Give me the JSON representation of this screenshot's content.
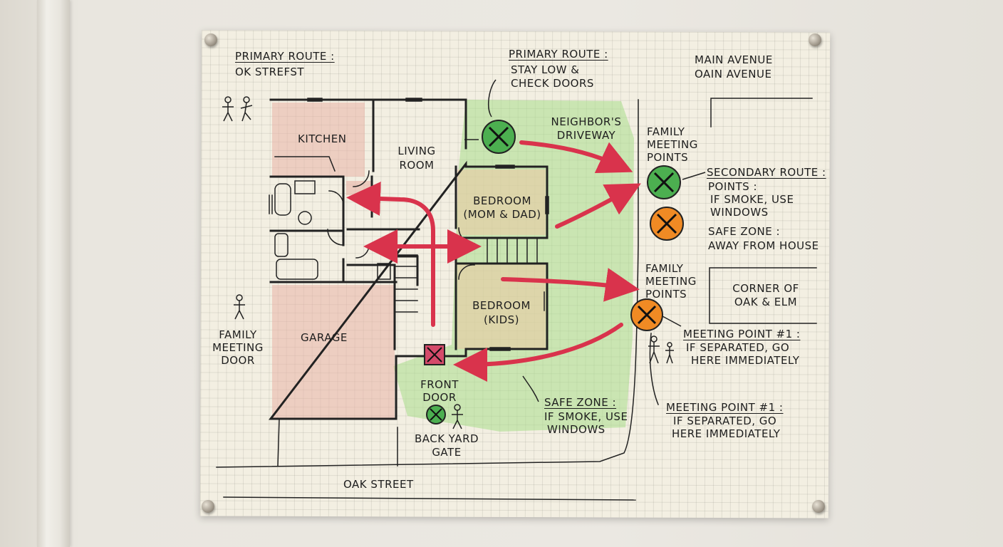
{
  "labels": {
    "primary_route_left": "PRIMARY ROUTE :",
    "oak_street_top": "OK STREFST",
    "primary_route_top": "PRIMARY ROUTE :",
    "stay_low": "STAY LOW &",
    "check_doors": "CHECK DOORS",
    "main_avenue_1": "MAIN AVENUE",
    "main_avenue_2": "OAIN AVENUE",
    "kitchen": "KITCHEN",
    "living_room_1": "LIVING",
    "living_room_2": "ROOM",
    "neighbors_1": "NEIGHBOR'S",
    "neighbors_2": "DRIVEWAY",
    "family_meeting_1_a": "FAMILY",
    "family_meeting_1_b": "MEETING",
    "family_meeting_1_c": "POINTS",
    "secondary_route": "SECONDARY ROUTE :",
    "points": "POINTS :",
    "if_smoke_use": "IF SMOKE, USE",
    "windows": "WINDOWS",
    "bedroom_md_1": "BEDROOM",
    "bedroom_md_2": "(MOM & DAD)",
    "safe_zone_right": "SAFE ZONE :",
    "away_from_house": "AWAY FROM HOUSE",
    "family_meeting_2_a": "FAMILY",
    "family_meeting_2_b": "MEETING",
    "family_meeting_2_c": "POINTS",
    "corner_1": "CORNER OF",
    "corner_2": "OAK & ELM",
    "bedroom_kids_1": "BEDROOM",
    "bedroom_kids_2": "(KIDS)",
    "family_door_1": "FAMILY",
    "family_door_2": "MEETING",
    "family_door_3": "DOOR",
    "garage": "GARAGE",
    "meeting_point_1": "MEETING POINT #1 :",
    "if_separated_1": "IF SEPARATED, GO",
    "here_immediately_1": "HERE IMMEDIATELY",
    "front_door_1": "FRONT",
    "front_door_2": "DOOR",
    "safe_zone_bottom": "SAFE ZONE :",
    "if_smoke_bottom": "IF SMOKE, USE",
    "windows_bottom": "WINDOWS",
    "meeting_point_2": "MEETING POINT #1 :",
    "if_separated_2": "IF SEPARATED, GO",
    "here_immediately_2": "HERE IMMEDIATELY",
    "back_yard_1": "BACK YARD",
    "back_yard_2": "GATE",
    "oak_street_bottom": "OAK STREET"
  },
  "colors": {
    "exit_arrow": "#d9334c",
    "safe_marker": "#4caf50",
    "caution_marker": "#f08a24",
    "door_marker": "#d44a6a",
    "yard_highlight": "#a8dc8a",
    "room_shading": "#e8b3a6"
  }
}
